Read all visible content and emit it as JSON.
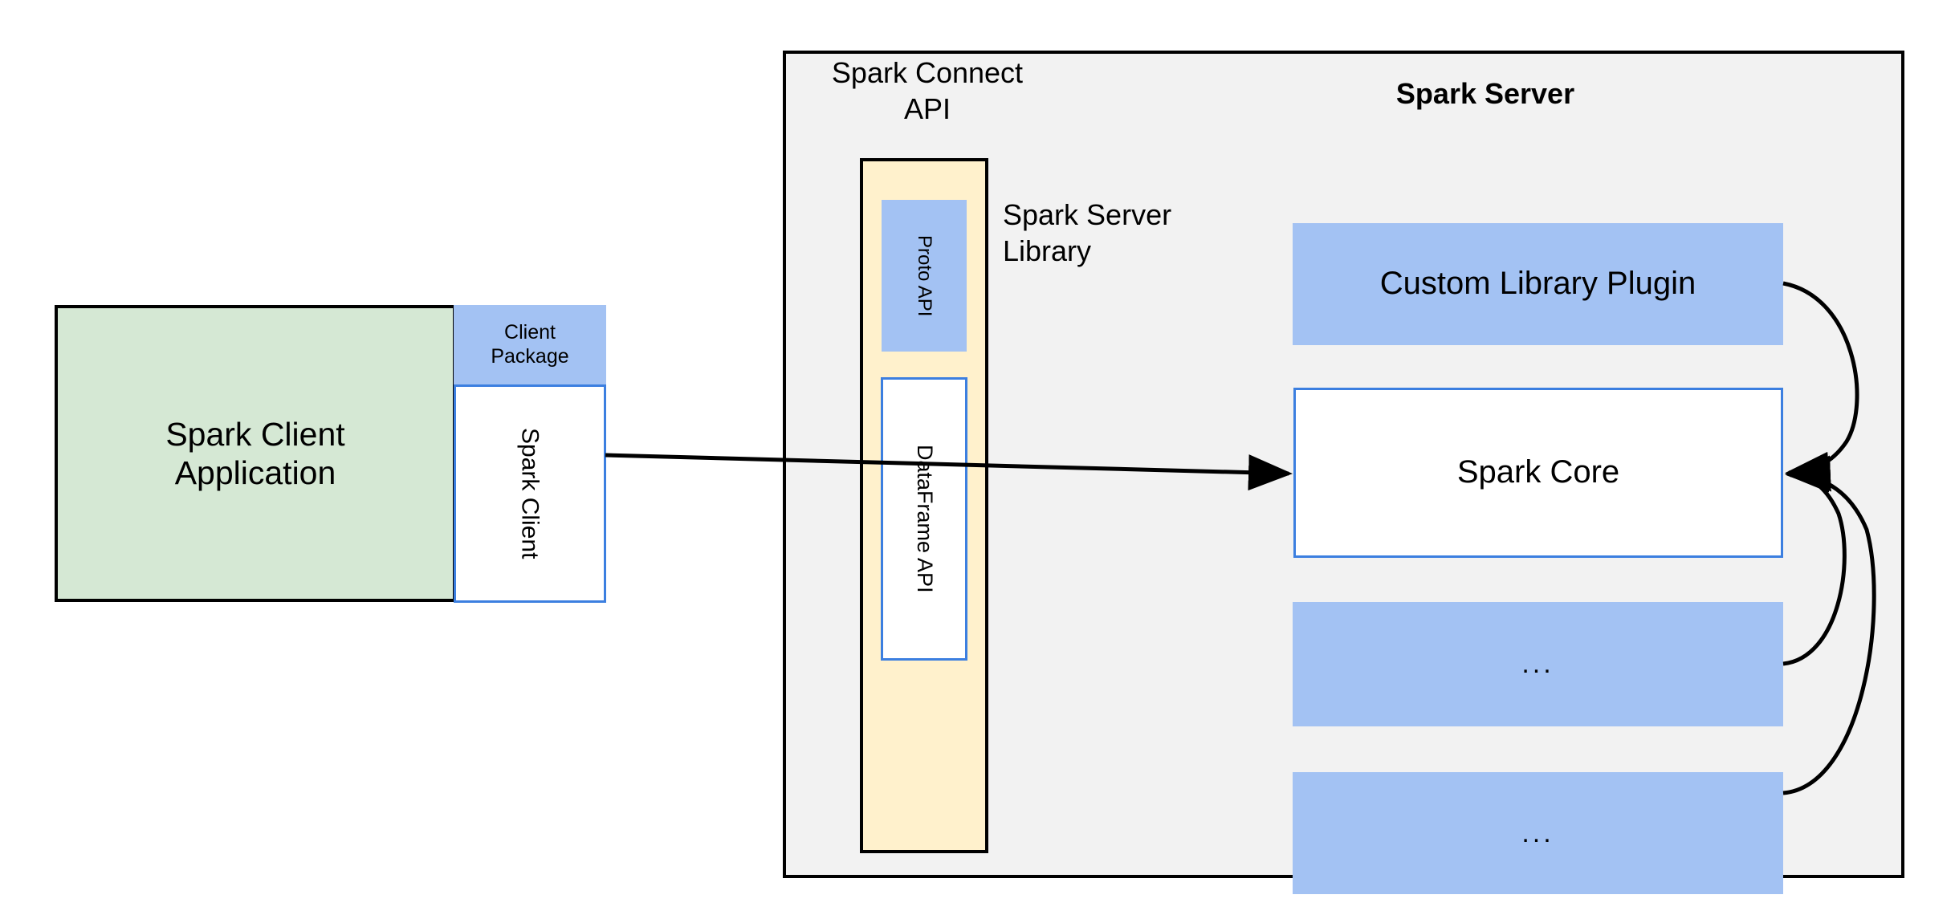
{
  "diagram": {
    "title": "Spark Connect client-server architecture",
    "colors": {
      "client_app_fill": "#D5E8D4",
      "blue_fill": "#A3C2F3",
      "blue_border": "#3C7FE0",
      "yellow_fill": "#FFF1CC",
      "panel_fill": "#F2F2F2",
      "stroke": "#000000"
    }
  },
  "client": {
    "application_label": "Spark Client\nApplication",
    "application_line1": "Spark Client",
    "application_line2": "Application",
    "package_label": "Client\nPackage",
    "package_line1": "Client",
    "package_line2": "Package",
    "spark_client_label": "Spark Client"
  },
  "server": {
    "panel_title": "Spark Server",
    "connect_api_label_line1": "Spark Connect",
    "connect_api_label_line2": "API",
    "server_library_label_line1": "Spark Server",
    "server_library_label_line2": "Library",
    "connect_api": {
      "proto_api_label": "Proto API",
      "dataframe_api_label": "DataFrame API"
    },
    "components": [
      {
        "label": "Custom Library Plugin",
        "kind": "plugin"
      },
      {
        "label": "Spark Core",
        "kind": "core"
      },
      {
        "label": "...",
        "kind": "placeholder"
      },
      {
        "label": "...",
        "kind": "placeholder"
      }
    ]
  },
  "connectors": [
    {
      "name": "client-to-core",
      "from": "Spark Client",
      "to": "Spark Core",
      "style": "straight-arrow"
    },
    {
      "name": "plugin-to-core",
      "from": "Custom Library Plugin",
      "to": "Spark Core",
      "style": "curved-arrow"
    },
    {
      "name": "placeholder1-to-core",
      "from": "...",
      "to": "Spark Core",
      "style": "curved-arrow"
    },
    {
      "name": "placeholder2-to-core",
      "from": "...",
      "to": "Spark Core",
      "style": "curved-arrow"
    }
  ]
}
